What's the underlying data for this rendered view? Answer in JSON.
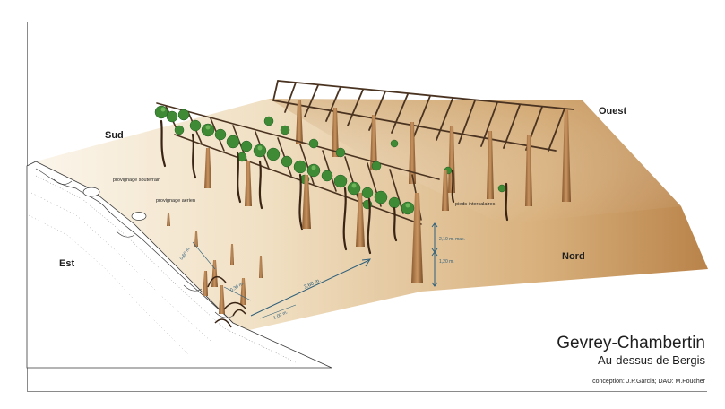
{
  "directions": {
    "south": "Sud",
    "west": "Ouest",
    "east": "Est",
    "north": "Nord"
  },
  "labels": {
    "underground_layering": "provignage souterrain",
    "aerial_layering": "provignage aérien",
    "intercalary_vines": "pieds intercalaires"
  },
  "measures": {
    "trellis_height": "2,10 m. max.",
    "post_height": "1,20 m.",
    "row_spacing": "3,60 m.",
    "small_1": "0,60 m.",
    "small_2": "0,30 m.",
    "small_3": "1,00 m."
  },
  "title": {
    "place": "Gevrey-Chambertin",
    "subtitle": "Au-dessus de Bergis"
  },
  "credits": "conception: J.P.Garcia; DAO: M.Foucher",
  "colors": {
    "ground_light": "#f6ecd8",
    "ground_dark": "#b9834a",
    "wood": "#6b4a2e",
    "post": "#b8834f",
    "leaf": "#3f8a35",
    "leaf_dark": "#1f5a22",
    "measure": "#2f5f7a"
  }
}
